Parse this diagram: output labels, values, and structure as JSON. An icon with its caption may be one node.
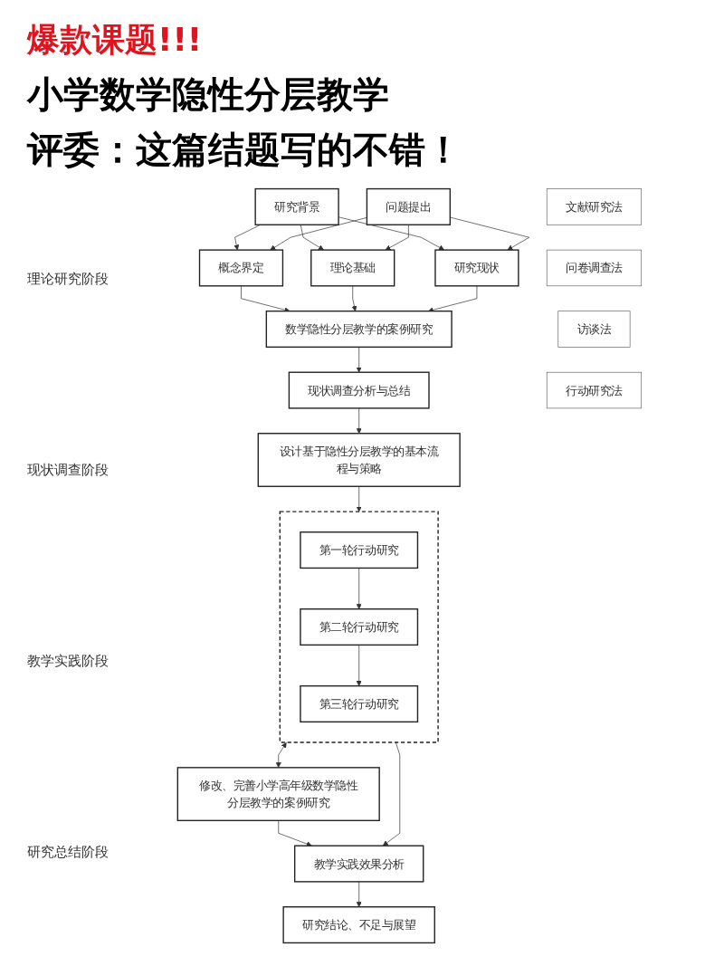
{
  "diagram": {
    "title": "小学数学隐性分层教学",
    "nodes": [
      {
        "text": [
          "研究背景"
        ]
      },
      {
        "text": [
          "问题提出"
        ]
      },
      {
        "text": [
          "概念界定"
        ]
      },
      {
        "text": [
          "理论基础"
        ]
      },
      {
        "text": [
          "研究现状"
        ]
      },
      {
        "text": [
          "数学隐性分层教学的案例研究"
        ]
      },
      {
        "text": [
          "现状调查分析与总结"
        ]
      },
      {
        "text": [
          "设计基于隐性分层教学的基本流程与策略"
        ]
      },
      {
        "text": [],
        "shape": "box"
      },
      {
        "text": [
          "第一轮行动研究"
        ],
        "in": 8
      },
      {
        "text": [
          "第二轮行动研究"
        ],
        "in": 8
      },
      {
        "text": [
          "第三轮行动研究"
        ],
        "in": 8
      },
      {
        "text": [
          "修改、完善小学高年级数学隐性分层教学的案例研究"
        ]
      },
      {
        "text": [
          "教学实践效果分析"
        ]
      },
      {
        "text": [
          "研究结论、不足与展望"
        ]
      },
      {
        "text": [
          "文献研究法"
        ]
      },
      {
        "text": [
          "问卷调查法"
        ]
      },
      {
        "text": [
          "访谈法"
        ]
      },
      {
        "text": [
          "行动研究法"
        ]
      }
    ],
    "edges": [
      {
        "from": 0,
        "to": 2,
        "arrow": "to"
      },
      {
        "from": 0,
        "to": 3,
        "arrow": "to"
      },
      {
        "from": 0,
        "to": 4,
        "arrow": "to"
      },
      {
        "from": 1,
        "to": 2,
        "arrow": "to"
      },
      {
        "from": 1,
        "to": 3,
        "arrow": "to"
      },
      {
        "from": 1,
        "to": 4,
        "arrow": "to"
      },
      {
        "from": 2,
        "to": 5,
        "arrow": "to"
      },
      {
        "from": 3,
        "to": 5,
        "arrow": "to"
      },
      {
        "from": 4,
        "to": 5,
        "arrow": "to"
      },
      {
        "from": 5,
        "to": 6,
        "arrow": "to"
      },
      {
        "from": 6,
        "to": 7,
        "arrow": "to"
      },
      {
        "from": 7,
        "to": 8,
        "arrow": "to"
      },
      {
        "from": 9,
        "to": 10,
        "arrow": "to"
      },
      {
        "from": 10,
        "to": 11,
        "arrow": "to"
      },
      {
        "from": 8,
        "to": 12,
        "arrow": "both"
      },
      {
        "from": 8,
        "to": 13,
        "arrow": "to"
      },
      {
        "from": 12,
        "to": 13,
        "arrow": "to"
      },
      {
        "from": 13,
        "to": 14,
        "arrow": "to"
      }
    ],
    "labels": [
      "爆款课题!!!",
      "评委：这篇结题写的不错！",
      "理论研究阶段",
      "现状调查阶段",
      "教学实践阶段",
      "研究总结阶段"
    ]
  }
}
